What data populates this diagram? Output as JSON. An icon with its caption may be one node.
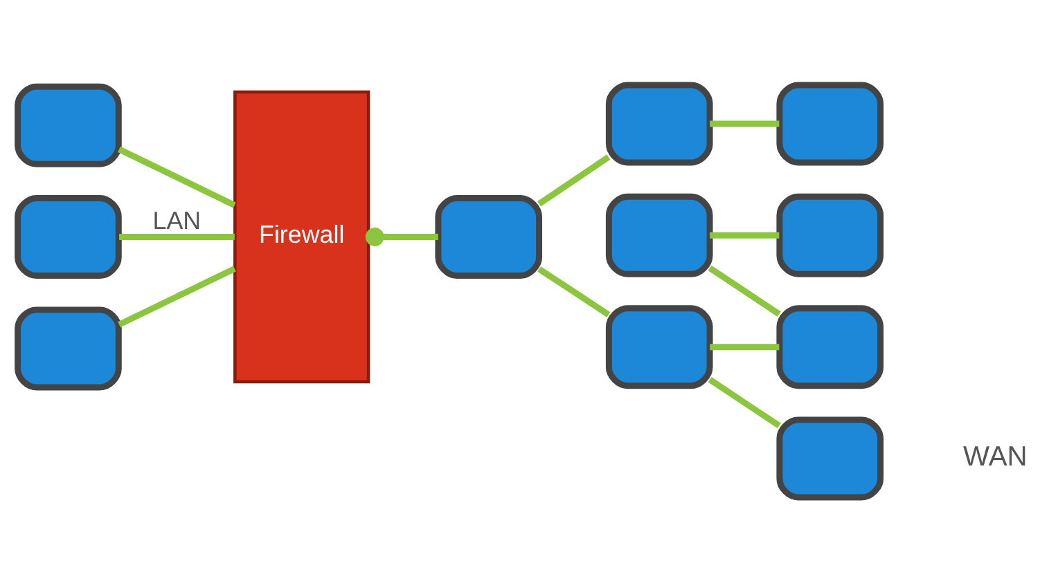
{
  "diagram": {
    "nodes": [
      {
        "text": [],
        "shape": "box"
      },
      {
        "text": [],
        "shape": "box"
      },
      {
        "text": [],
        "shape": "box"
      },
      {
        "text": [
          "Firewall"
        ]
      },
      {
        "text": [],
        "shape": "box"
      },
      {
        "text": [],
        "shape": "box"
      },
      {
        "text": [],
        "shape": "box"
      },
      {
        "text": [],
        "shape": "box"
      },
      {
        "text": [],
        "shape": "box"
      },
      {
        "text": [],
        "shape": "box"
      },
      {
        "text": [],
        "shape": "box"
      },
      {
        "text": [],
        "shape": "box"
      }
    ],
    "edges": [
      {
        "from": 0,
        "to": 3,
        "arrow": "none"
      },
      {
        "from": 1,
        "to": 3,
        "arrow": "none",
        "label": "LAN"
      },
      {
        "from": 2,
        "to": 3,
        "arrow": "none"
      },
      {
        "from": 3,
        "to": 8,
        "arrow": "other"
      },
      {
        "from": 8,
        "to": 4,
        "arrow": "none"
      },
      {
        "from": 4,
        "to": 5,
        "arrow": "none"
      },
      {
        "from": 6,
        "to": 7,
        "arrow": "none"
      },
      {
        "from": 6,
        "to": 9,
        "arrow": "none"
      },
      {
        "from": 8,
        "to": 10,
        "arrow": "none"
      },
      {
        "from": 10,
        "to": 9,
        "arrow": "none"
      },
      {
        "from": 10,
        "to": 11,
        "arrow": "none"
      }
    ],
    "labels": [
      "WAN"
    ]
  }
}
